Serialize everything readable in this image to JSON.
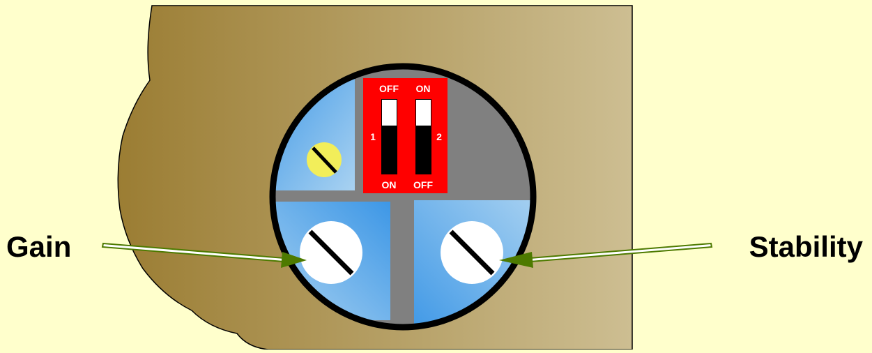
{
  "labels": {
    "gain": "Gain",
    "stability": "Stability"
  },
  "dip_switch": {
    "left_top": "OFF",
    "right_top": "ON",
    "left_bottom": "ON",
    "right_bottom": "OFF",
    "switch_1": "1",
    "switch_2": "2",
    "switch_1_position": "ON",
    "switch_2_position": "OFF"
  },
  "colors": {
    "background": "#FFFFCC",
    "panel_dark": "#9B7D33",
    "panel_light": "#CDBE92",
    "quadrant_blue": "#3D97E6",
    "quadrant_light": "#9FCCEF",
    "dip_red": "#FF0000",
    "arrow_green": "#4D7A00",
    "screw_yellow": "#F2EE5A"
  }
}
